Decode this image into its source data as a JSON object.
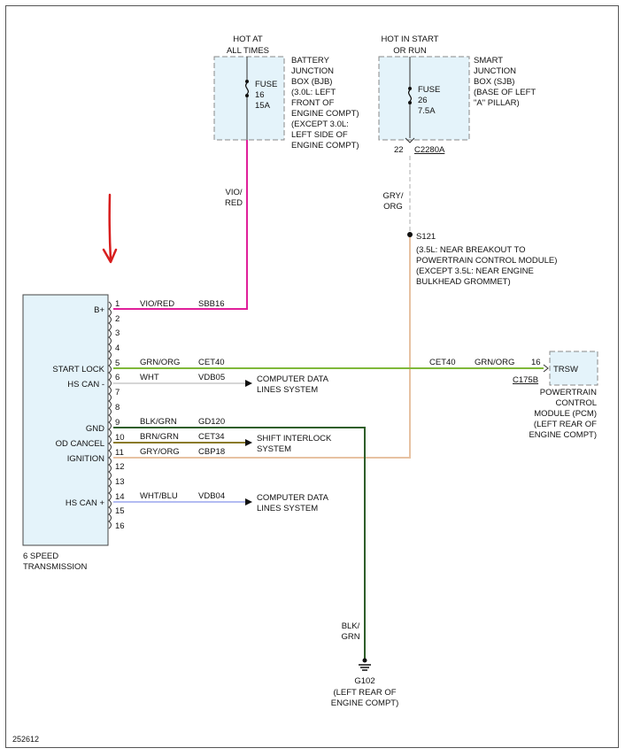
{
  "figure_id": "252612",
  "colors": {
    "vio_red": "#e0209a",
    "grn_org": "#7fb83a",
    "wht": "#c8c8c8",
    "blk_grn": "#2f5e2a",
    "brn_grn": "#8a7a2a",
    "gry_org": "#e7c2a2",
    "wht_blu": "#9aa5ee",
    "box_fill": "#e4f3fa",
    "arrow": "#d81e1e"
  },
  "bjb": {
    "power_label_1": "HOT AT",
    "power_label_2": "ALL TIMES",
    "fuse_1": "FUSE",
    "fuse_2": "16",
    "fuse_3": "15A",
    "desc": [
      "BATTERY",
      "JUNCTION",
      "BOX (BJB)",
      "(3.0L: LEFT",
      "FRONT OF",
      "ENGINE COMPT)",
      "(EXCEPT 3.0L:",
      "LEFT SIDE OF",
      "ENGINE COMPT)"
    ]
  },
  "sjb": {
    "power_label_1": "HOT IN START",
    "power_label_2": "OR RUN",
    "fuse_1": "FUSE",
    "fuse_2": "26",
    "fuse_3": "7.5A",
    "desc": [
      "SMART",
      "JUNCTION",
      "BOX (SJB)",
      "(BASE OF LEFT",
      "\"A\" PILLAR)"
    ],
    "pin": "22",
    "connector": "C2280A"
  },
  "vio_red_label": [
    "VIO/",
    "RED"
  ],
  "gry_org_label": [
    "GRY/",
    "ORG"
  ],
  "blk_grn_label": [
    "BLK/",
    "GRN"
  ],
  "splice": {
    "id": "S121",
    "desc": [
      "(3.5L: NEAR BREAKOUT TO",
      "POWERTRAIN CONTROL MODULE)",
      "(EXCEPT 3.5L: NEAR ENGINE",
      "BULKHEAD GROMMET)"
    ]
  },
  "module": {
    "name_1": "6 SPEED",
    "name_2": "TRANSMISSION",
    "signals": [
      "B+",
      "START LOCK",
      "HS CAN -",
      "GND",
      "OD CANCEL",
      "IGNITION",
      "HS CAN +"
    ],
    "pins": [
      "1",
      "2",
      "3",
      "4",
      "5",
      "6",
      "7",
      "8",
      "9",
      "10",
      "11",
      "12",
      "13",
      "14",
      "15",
      "16"
    ]
  },
  "circuits": [
    {
      "pin": "1",
      "color": "VIO/RED",
      "circuit": "SBB16"
    },
    {
      "pin": "5",
      "color": "GRN/ORG",
      "circuit": "CET40"
    },
    {
      "pin": "6",
      "color": "WHT",
      "circuit": "VDB05"
    },
    {
      "pin": "9",
      "color": "BLK/GRN",
      "circuit": "GD120"
    },
    {
      "pin": "10",
      "color": "BRN/GRN",
      "circuit": "CET34"
    },
    {
      "pin": "11",
      "color": "GRY/ORG",
      "circuit": "CBP18"
    },
    {
      "pin": "14",
      "color": "WHT/BLU",
      "circuit": "VDB04"
    }
  ],
  "destinations": {
    "can_minus": [
      "COMPUTER DATA",
      "LINES SYSTEM"
    ],
    "shift_interlock": [
      "SHIFT INTERLOCK",
      "SYSTEM"
    ],
    "can_plus": [
      "COMPUTER DATA",
      "LINES SYSTEM"
    ]
  },
  "pcm": {
    "circuit": "CET40",
    "color": "GRN/ORG",
    "pin": "16",
    "signal": "TRSW",
    "connector": "C175B",
    "desc": [
      "POWERTRAIN",
      "CONTROL",
      "MODULE (PCM)",
      "(LEFT REAR OF",
      "ENGINE COMPT)"
    ]
  },
  "ground": {
    "id": "G102",
    "desc": [
      "(LEFT REAR OF",
      "ENGINE COMPT)"
    ]
  }
}
